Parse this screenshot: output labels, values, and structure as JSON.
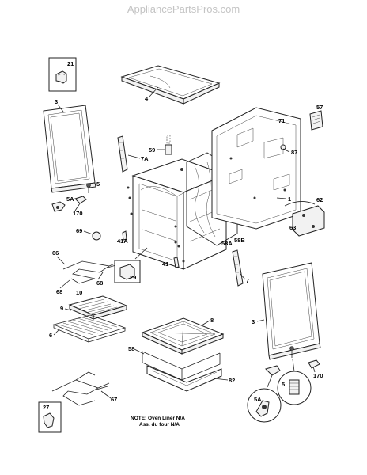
{
  "site": {
    "watermark": "AppliancePartsPros.com"
  },
  "callouts": {
    "c21": "21",
    "c3a": "3",
    "c4": "4",
    "c57": "57",
    "c71": "71",
    "c87": "87",
    "c59": "59",
    "c7a": "7A",
    "c5a_top": "5",
    "c5a_lbl": "5A",
    "c170a": "170",
    "c1": "1",
    "c62": "62",
    "c63": "63",
    "c69": "69",
    "c41a": "41A",
    "c58a": "58A",
    "c58b": "58B",
    "c66": "66",
    "c68a": "68",
    "c68b": "68",
    "c29": "29",
    "c41": "41",
    "c7": "7",
    "c10": "10",
    "c9": "9",
    "c6": "6",
    "c8": "8",
    "c58": "58",
    "c82": "82",
    "c3b": "3",
    "c5b": "5",
    "c5ab": "5A",
    "c170b": "170",
    "c67": "67",
    "c27": "27"
  },
  "note": {
    "line1": "NOTE: Oven Liner N/A",
    "line2": "Ass. du four N/A"
  },
  "colors": {
    "line": "#222222",
    "watermark": "#c4c4c4",
    "background": "#ffffff"
  }
}
